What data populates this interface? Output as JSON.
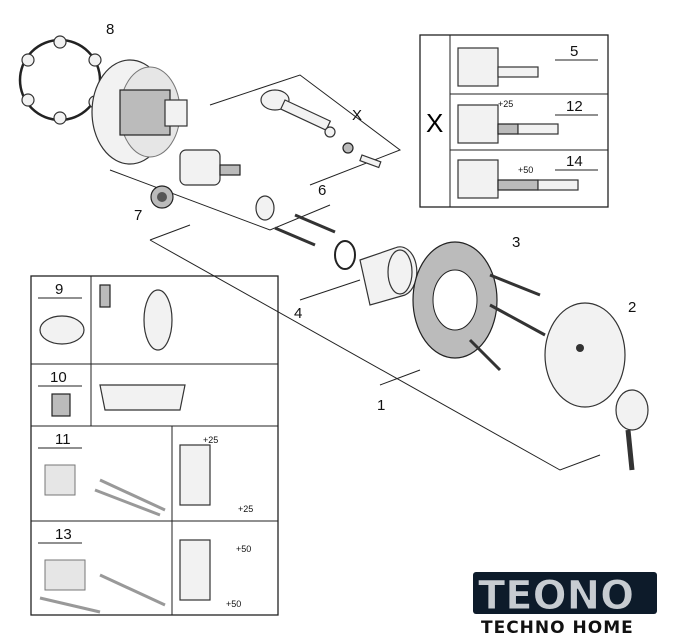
{
  "diagram": {
    "callouts": {
      "seal_ring": "8",
      "cartridge_set": "X",
      "screws": "6",
      "stop_valve": "7",
      "escutcheon_frame": "3",
      "rosette": "2",
      "sleeve": "4",
      "complete_set": "1"
    },
    "extension_box": {
      "title": "X",
      "rows": [
        {
          "part": "5",
          "dim": ""
        },
        {
          "part": "12",
          "dim": "+25"
        },
        {
          "part": "14",
          "dim": "+50"
        }
      ]
    },
    "accessories": [
      {
        "part": "9"
      },
      {
        "part": "10"
      },
      {
        "part": "11",
        "dims": [
          "+25",
          "+25"
        ]
      },
      {
        "part": "13",
        "dims": [
          "+50",
          "+50"
        ]
      }
    ]
  },
  "logo": {
    "brand": "TEONO",
    "tagline": "TECHNO HOME",
    "colors": {
      "dark": "#0d1b2a",
      "blue": "#4fb3e8",
      "silver": "#c7ccd1"
    }
  }
}
